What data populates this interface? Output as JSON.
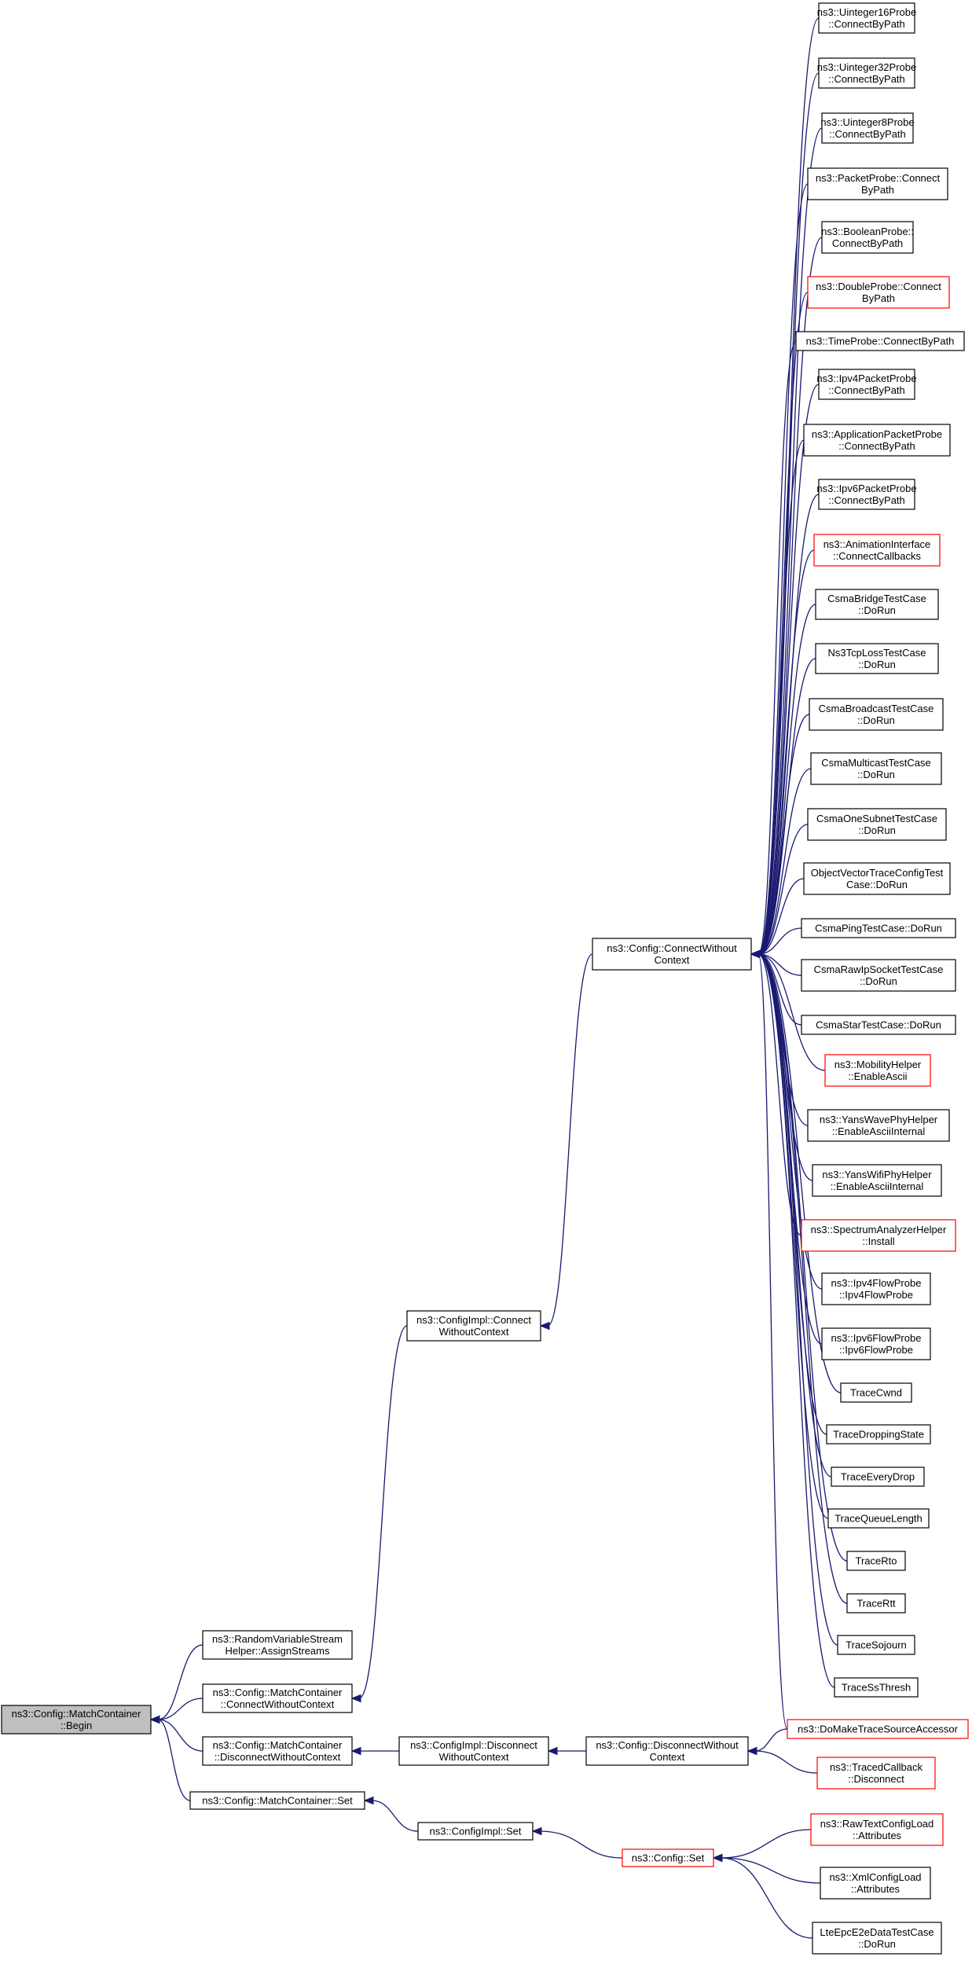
{
  "colors": {
    "edge": "#191970",
    "border_normal": "#000000",
    "border_highlight": "#ff0000",
    "root_fill": "#bfbfbf",
    "node_fill": "#ffffff"
  },
  "nodes": {
    "root": {
      "lines": [
        "ns3::Config::MatchContainer",
        "::Begin"
      ],
      "style": "root"
    },
    "rvs_assign": {
      "lines": [
        "ns3::RandomVariableStream",
        "Helper::AssignStreams"
      ],
      "style": "normal"
    },
    "mc_connect": {
      "lines": [
        "ns3::Config::MatchContainer",
        "::ConnectWithoutContext"
      ],
      "style": "normal"
    },
    "mc_disconnect": {
      "lines": [
        "ns3::Config::MatchContainer",
        "::DisconnectWithoutContext"
      ],
      "style": "normal"
    },
    "mc_set": {
      "lines": [
        "ns3::Config::MatchContainer::Set"
      ],
      "style": "normal"
    },
    "ci_connect": {
      "lines": [
        "ns3::ConfigImpl::Connect",
        "WithoutContext"
      ],
      "style": "normal"
    },
    "ci_disconnect": {
      "lines": [
        "ns3::ConfigImpl::Disconnect",
        "WithoutContext"
      ],
      "style": "normal"
    },
    "ci_set": {
      "lines": [
        "ns3::ConfigImpl::Set"
      ],
      "style": "normal"
    },
    "cfg_connect": {
      "lines": [
        "ns3::Config::ConnectWithout",
        "Context"
      ],
      "style": "normal"
    },
    "cfg_disconnect": {
      "lines": [
        "ns3::Config::DisconnectWithout",
        "Context"
      ],
      "style": "normal"
    },
    "cfg_set": {
      "lines": [
        "ns3::Config::Set"
      ],
      "style": "highlight"
    },
    "u16": {
      "lines": [
        "ns3::Uinteger16Probe",
        "::ConnectByPath"
      ],
      "style": "normal"
    },
    "u32": {
      "lines": [
        "ns3::Uinteger32Probe",
        "::ConnectByPath"
      ],
      "style": "normal"
    },
    "u8": {
      "lines": [
        "ns3::Uinteger8Probe",
        "::ConnectByPath"
      ],
      "style": "normal"
    },
    "packetprobe": {
      "lines": [
        "ns3::PacketProbe::Connect",
        "ByPath"
      ],
      "style": "normal"
    },
    "boolprobe": {
      "lines": [
        "ns3::BooleanProbe::",
        "ConnectByPath"
      ],
      "style": "normal"
    },
    "doubleprobe": {
      "lines": [
        "ns3::DoubleProbe::Connect",
        "ByPath"
      ],
      "style": "highlight"
    },
    "timeprobe": {
      "lines": [
        "ns3::TimeProbe::ConnectByPath"
      ],
      "style": "normal"
    },
    "ipv4pp": {
      "lines": [
        "ns3::Ipv4PacketProbe",
        "::ConnectByPath"
      ],
      "style": "normal"
    },
    "apppp": {
      "lines": [
        "ns3::ApplicationPacketProbe",
        "::ConnectByPath"
      ],
      "style": "normal"
    },
    "ipv6pp": {
      "lines": [
        "ns3::Ipv6PacketProbe",
        "::ConnectByPath"
      ],
      "style": "normal"
    },
    "animif": {
      "lines": [
        "ns3::AnimationInterface",
        "::ConnectCallbacks"
      ],
      "style": "highlight"
    },
    "csmabridge": {
      "lines": [
        "CsmaBridgeTestCase",
        "::DoRun"
      ],
      "style": "normal"
    },
    "ns3tcploss": {
      "lines": [
        "Ns3TcpLossTestCase",
        "::DoRun"
      ],
      "style": "normal"
    },
    "csmabcast": {
      "lines": [
        "CsmaBroadcastTestCase",
        "::DoRun"
      ],
      "style": "normal"
    },
    "csmamcast": {
      "lines": [
        "CsmaMulticastTestCase",
        "::DoRun"
      ],
      "style": "normal"
    },
    "csmaone": {
      "lines": [
        "CsmaOneSubnetTestCase",
        "::DoRun"
      ],
      "style": "normal"
    },
    "objvec": {
      "lines": [
        "ObjectVectorTraceConfigTest",
        "Case::DoRun"
      ],
      "style": "normal"
    },
    "csmaping": {
      "lines": [
        "CsmaPingTestCase::DoRun"
      ],
      "style": "normal"
    },
    "csmaraw": {
      "lines": [
        "CsmaRawIpSocketTestCase",
        "::DoRun"
      ],
      "style": "normal"
    },
    "csmastar": {
      "lines": [
        "CsmaStarTestCase::DoRun"
      ],
      "style": "normal"
    },
    "mobility": {
      "lines": [
        "ns3::MobilityHelper",
        "::EnableAscii"
      ],
      "style": "highlight"
    },
    "yanswave": {
      "lines": [
        "ns3::YansWavePhyHelper",
        "::EnableAsciiInternal"
      ],
      "style": "normal"
    },
    "yanswifi": {
      "lines": [
        "ns3::YansWifiPhyHelper",
        "::EnableAsciiInternal"
      ],
      "style": "normal"
    },
    "spectrum": {
      "lines": [
        "ns3::SpectrumAnalyzerHelper",
        "::Install"
      ],
      "style": "highlight"
    },
    "ipv4flow": {
      "lines": [
        "ns3::Ipv4FlowProbe",
        "::Ipv4FlowProbe"
      ],
      "style": "normal"
    },
    "ipv6flow": {
      "lines": [
        "ns3::Ipv6FlowProbe",
        "::Ipv6FlowProbe"
      ],
      "style": "normal"
    },
    "tracecwnd": {
      "lines": [
        "TraceCwnd"
      ],
      "style": "normal"
    },
    "tracedrop": {
      "lines": [
        "TraceDroppingState"
      ],
      "style": "normal"
    },
    "traceevery": {
      "lines": [
        "TraceEveryDrop"
      ],
      "style": "normal"
    },
    "tracequeue": {
      "lines": [
        "TraceQueueLength"
      ],
      "style": "normal"
    },
    "tracerto": {
      "lines": [
        "TraceRto"
      ],
      "style": "normal"
    },
    "tracertt": {
      "lines": [
        "TraceRtt"
      ],
      "style": "normal"
    },
    "tracesojourn": {
      "lines": [
        "TraceSojourn"
      ],
      "style": "normal"
    },
    "tracessthresh": {
      "lines": [
        "TraceSsThresh"
      ],
      "style": "normal"
    },
    "domake": {
      "lines": [
        "ns3::DoMakeTraceSourceAccessor"
      ],
      "style": "highlight"
    },
    "tracedcb": {
      "lines": [
        "ns3::TracedCallback",
        "::Disconnect"
      ],
      "style": "highlight"
    },
    "rawtext": {
      "lines": [
        "ns3::RawTextConfigLoad",
        "::Attributes"
      ],
      "style": "highlight"
    },
    "xmlconfig": {
      "lines": [
        "ns3::XmlConfigLoad",
        "::Attributes"
      ],
      "style": "normal"
    },
    "lteepc": {
      "lines": [
        "LteEpcE2eDataTestCase",
        "::DoRun"
      ],
      "style": "normal"
    }
  },
  "edges": [
    [
      "rvs_assign",
      "root"
    ],
    [
      "mc_connect",
      "root"
    ],
    [
      "mc_disconnect",
      "root"
    ],
    [
      "mc_set",
      "root"
    ],
    [
      "ci_connect",
      "mc_connect"
    ],
    [
      "ci_disconnect",
      "mc_disconnect"
    ],
    [
      "ci_set",
      "mc_set"
    ],
    [
      "cfg_connect",
      "ci_connect"
    ],
    [
      "cfg_disconnect",
      "ci_disconnect"
    ],
    [
      "cfg_set",
      "ci_set"
    ],
    [
      "u16",
      "cfg_connect"
    ],
    [
      "u32",
      "cfg_connect"
    ],
    [
      "u8",
      "cfg_connect"
    ],
    [
      "packetprobe",
      "cfg_connect"
    ],
    [
      "boolprobe",
      "cfg_connect"
    ],
    [
      "doubleprobe",
      "cfg_connect"
    ],
    [
      "timeprobe",
      "cfg_connect"
    ],
    [
      "ipv4pp",
      "cfg_connect"
    ],
    [
      "apppp",
      "cfg_connect"
    ],
    [
      "ipv6pp",
      "cfg_connect"
    ],
    [
      "animif",
      "cfg_connect"
    ],
    [
      "csmabridge",
      "cfg_connect"
    ],
    [
      "ns3tcploss",
      "cfg_connect"
    ],
    [
      "csmabcast",
      "cfg_connect"
    ],
    [
      "csmamcast",
      "cfg_connect"
    ],
    [
      "csmaone",
      "cfg_connect"
    ],
    [
      "objvec",
      "cfg_connect"
    ],
    [
      "csmaping",
      "cfg_connect"
    ],
    [
      "csmaraw",
      "cfg_connect"
    ],
    [
      "csmastar",
      "cfg_connect"
    ],
    [
      "mobility",
      "cfg_connect"
    ],
    [
      "yanswave",
      "cfg_connect"
    ],
    [
      "yanswifi",
      "cfg_connect"
    ],
    [
      "spectrum",
      "cfg_connect"
    ],
    [
      "ipv4flow",
      "cfg_connect"
    ],
    [
      "ipv6flow",
      "cfg_connect"
    ],
    [
      "tracecwnd",
      "cfg_connect"
    ],
    [
      "tracedrop",
      "cfg_connect"
    ],
    [
      "traceevery",
      "cfg_connect"
    ],
    [
      "tracequeue",
      "cfg_connect"
    ],
    [
      "tracerto",
      "cfg_connect"
    ],
    [
      "tracertt",
      "cfg_connect"
    ],
    [
      "tracesojourn",
      "cfg_connect"
    ],
    [
      "tracessthresh",
      "cfg_connect"
    ],
    [
      "domake",
      "cfg_connect"
    ],
    [
      "domake",
      "cfg_disconnect"
    ],
    [
      "tracedcb",
      "cfg_disconnect"
    ],
    [
      "rawtext",
      "cfg_set"
    ],
    [
      "xmlconfig",
      "cfg_set"
    ],
    [
      "lteepc",
      "cfg_set"
    ]
  ]
}
